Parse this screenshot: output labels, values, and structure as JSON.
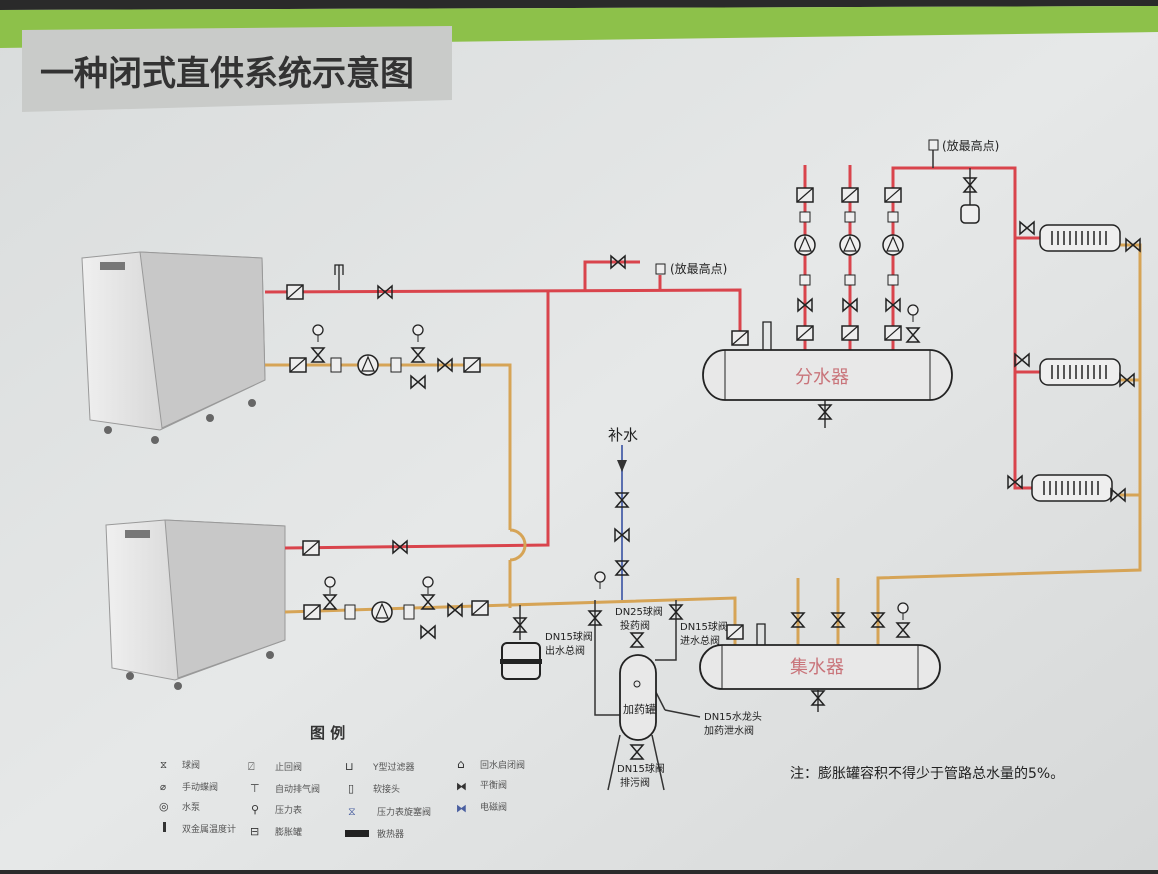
{
  "title": "一种闭式直供系统示意图",
  "labels": {
    "vent_high_1": "(放最高点)",
    "vent_high_2": "(放最高点)",
    "distributor": "分水器",
    "collector": "集水器",
    "makeup_water": "补水",
    "dosing_tank": "加药罐",
    "dn25_valve": [
      "DN25球阀",
      "投药阀"
    ],
    "dn15_outlet": [
      "DN15球阀",
      "出水总阀"
    ],
    "dn15_inlet": [
      "DN15球阀",
      "进水总阀"
    ],
    "dn15_tap": [
      "DN15水龙头",
      "加药泄水阀"
    ],
    "dn15_drain": [
      "DN15球阀",
      "排污阀"
    ]
  },
  "legend": {
    "title": "图  例",
    "items": [
      [
        "球阀",
        "手动蝶阀",
        "水泵",
        "双金属温度计"
      ],
      [
        "止回阀",
        "自动排气阀",
        "压力表",
        "膨胀罐"
      ],
      [
        "Y型过滤器",
        "软接头",
        "压力表旋塞阀",
        "散热器"
      ],
      [
        "回水启闭阀",
        "平衡阀",
        "电磁阀"
      ]
    ]
  },
  "note": "注：膨胀罐容积不得少于管路总水量的5%。",
  "colors": {
    "supply": "#d9444c",
    "return": "#d6a456",
    "makeup": "#5a6fb0",
    "band": "#8dc14a"
  }
}
